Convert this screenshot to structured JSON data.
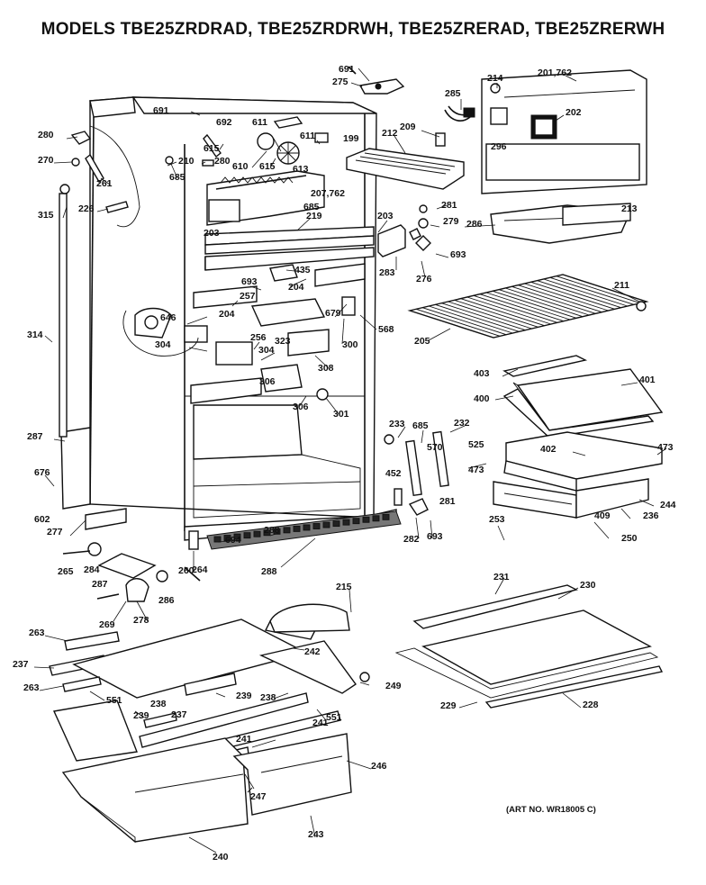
{
  "title": "MODELS TBE25ZRDRAD, TBE25ZRDRWH, TBE25ZRERAD, TBE25ZRERWH",
  "art_number": "(ART NO. WR18005 C)",
  "labels": {
    "l691a": "691",
    "l275": "275",
    "l214": "214",
    "l201_762": "201,762",
    "l285": "285",
    "l202": "202",
    "l209": "209",
    "l296": "296",
    "l691b": "691",
    "l692": "692",
    "l611": "611",
    "l199": "199",
    "l611b": "611",
    "l212": "212",
    "l280": "280",
    "l270": "270",
    "l615": "615",
    "l610": "610",
    "l615b": "615",
    "l613": "613",
    "l210": "210",
    "l280b": "280",
    "l685": "685",
    "l261": "261",
    "l207_762": "207,762",
    "l685b": "685",
    "l281": "281",
    "l213": "213",
    "l315": "315",
    "l226": "226",
    "l219": "219",
    "l203": "203",
    "l279": "279",
    "l286": "286",
    "l203b": "203",
    "l693": "693",
    "l283": "283",
    "l276": "276",
    "l435": "435",
    "l204": "204",
    "l693b": "693",
    "l257": "257",
    "l211": "211",
    "l679": "679",
    "l646": "646",
    "l204b": "204",
    "l256": "256",
    "l568": "568",
    "l314": "314",
    "l304": "304",
    "l304b": "304",
    "l323": "323",
    "l300": "300",
    "l205": "205",
    "l308": "308",
    "l403": "403",
    "l401": "401",
    "l306": "306",
    "l306b": "306",
    "l301": "301",
    "l400": "400",
    "l287": "287",
    "l233": "233",
    "l685c": "685",
    "l232": "232",
    "l570": "570",
    "l525": "525",
    "l473": "473",
    "l402": "402",
    "l473b": "473",
    "l676": "676",
    "l452": "452",
    "l281b": "281",
    "l244": "244",
    "l602": "602",
    "l277": "277",
    "l409": "409",
    "l236": "236",
    "l288": "288",
    "l694": "694",
    "l253": "253",
    "l282": "282",
    "l693c": "693",
    "l250": "250",
    "l265": "265",
    "l284": "284",
    "l264": "264",
    "l288b": "288",
    "l287b": "287",
    "l260": "260",
    "l286b": "286",
    "l215": "215",
    "l231": "231",
    "l230": "230",
    "l269": "269",
    "l278": "278",
    "l263": "263",
    "l242": "242",
    "l237": "237",
    "l263b": "263",
    "l551": "551",
    "l238": "238",
    "l239": "239",
    "l238b": "238",
    "l249": "249",
    "l229": "229",
    "l228": "228",
    "l239b": "239",
    "l237b": "237",
    "l551b": "551",
    "l241": "241",
    "l241b": "241",
    "l246": "246",
    "l247": "247",
    "l243": "243",
    "l240": "240"
  }
}
